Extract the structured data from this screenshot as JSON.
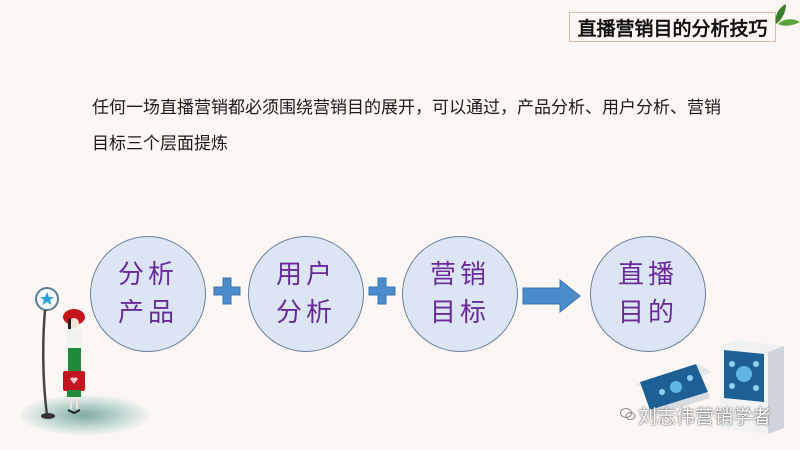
{
  "header": {
    "title": "直播营销目的分析技巧"
  },
  "intro": {
    "text": "任何一场直播营销都必须围绕营销目的展开，可以通过，产品分析、用户分析、营销目标三个层面提炼"
  },
  "flow": {
    "steps": [
      {
        "line1": "分析",
        "line2": "产品"
      },
      {
        "line1": "用户",
        "line2": "分析"
      },
      {
        "line1": "营销",
        "line2": "目标"
      },
      {
        "line1": "直播",
        "line2": "目的"
      }
    ],
    "operators": [
      "plus",
      "plus",
      "arrow"
    ]
  },
  "watermark": {
    "text": "刘志伟营销学者"
  },
  "colors": {
    "circle_fill": "#dbe5f4",
    "circle_text": "#6a2a9c",
    "connector": "#4a8ccc",
    "background": "#fcf7f4"
  }
}
